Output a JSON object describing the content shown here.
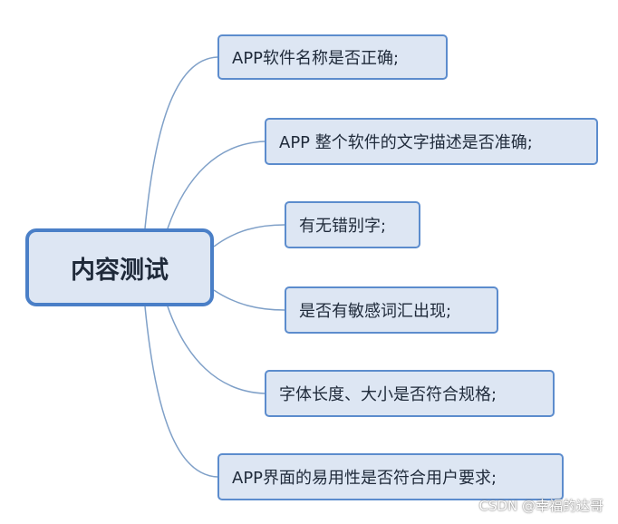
{
  "center": {
    "label": "内容测试"
  },
  "leaves": [
    "APP软件名称是否正确;",
    "APP 整个软件的文字描述是否准确;",
    "有无错别字;",
    "是否有敏感词汇出现;",
    "字体长度、大小是否符合规格;",
    "APP界面的易用性是否符合用户要求;"
  ],
  "watermark": "CSDN @幸福的达哥",
  "colors": {
    "node_fill": "#dde6f3",
    "node_border": "#5c8ccd",
    "center_border": "#4a7fc7",
    "connector": "#7fa0c8"
  }
}
